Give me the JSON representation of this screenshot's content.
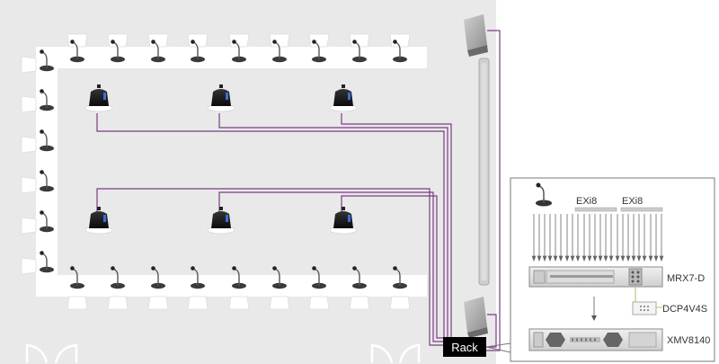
{
  "labels": {
    "rack": "Rack",
    "exi8_left": "EXi8",
    "exi8_right": "EXi8",
    "mrx": "MRX7-D",
    "dcp": "DCP4V4S",
    "xmv": "XMV8140"
  },
  "colors": {
    "room_floor": "#e9e9e9",
    "table": "#ffffff",
    "cable": "#7a3d84",
    "rack_box": "#000000",
    "rack_text": "#ffffff",
    "device_body": "#e7e7e7",
    "dcp_cable": "#c9c98a",
    "text": "#333333"
  },
  "icons": {
    "microphone": "gooseneck-microphone-icon",
    "chair": "chair-icon",
    "ceiling_speaker": "ceiling-speaker-icon",
    "wall_speaker": "wall-speaker-icon",
    "line_array": "line-array-speaker-icon",
    "door": "door-icon"
  }
}
